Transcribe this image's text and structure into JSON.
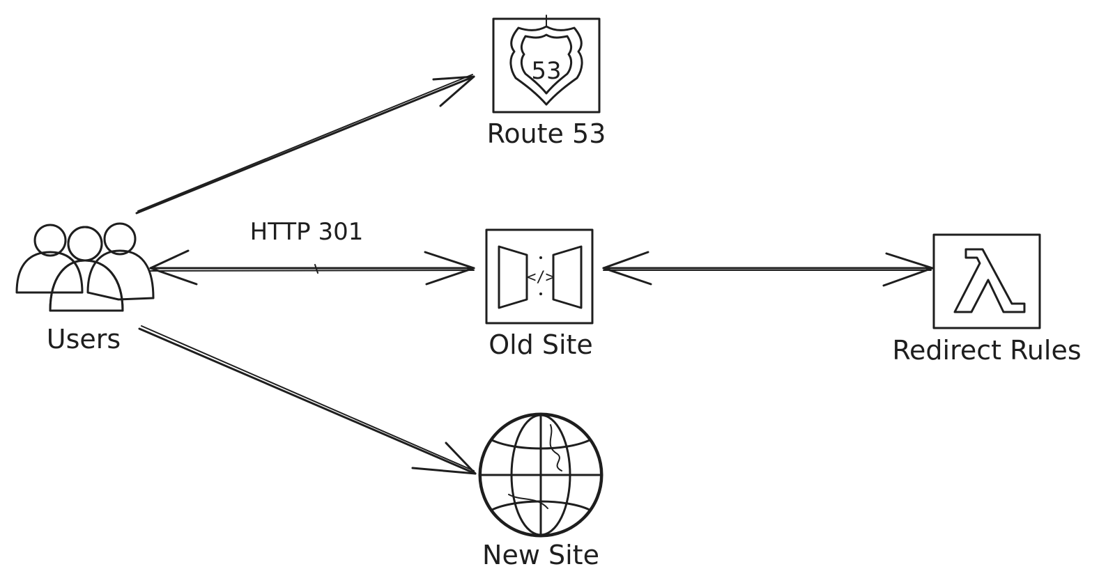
{
  "nodes": {
    "users": {
      "label": "Users"
    },
    "route53": {
      "label": "Route 53",
      "badge": "53",
      "color": "#7b61ff"
    },
    "old_site": {
      "label": "Old Site",
      "glyph": "</>",
      "color": "#e7578f"
    },
    "redirect_rules": {
      "label": "Redirect Rules",
      "glyph": "λ",
      "color": "#ff9a3c"
    },
    "new_site": {
      "label": "New Site"
    }
  },
  "edges": {
    "users_old_site": {
      "label": "HTTP 301"
    }
  },
  "colors": {
    "stroke": "#1e1e1e",
    "users_fill": "#c9ced6"
  },
  "icons": {
    "users": "users-group-icon",
    "route53": "route53-shield-icon",
    "old_site": "api-gateway-icon",
    "redirect_rules": "lambda-icon",
    "new_site": "globe-icon"
  }
}
